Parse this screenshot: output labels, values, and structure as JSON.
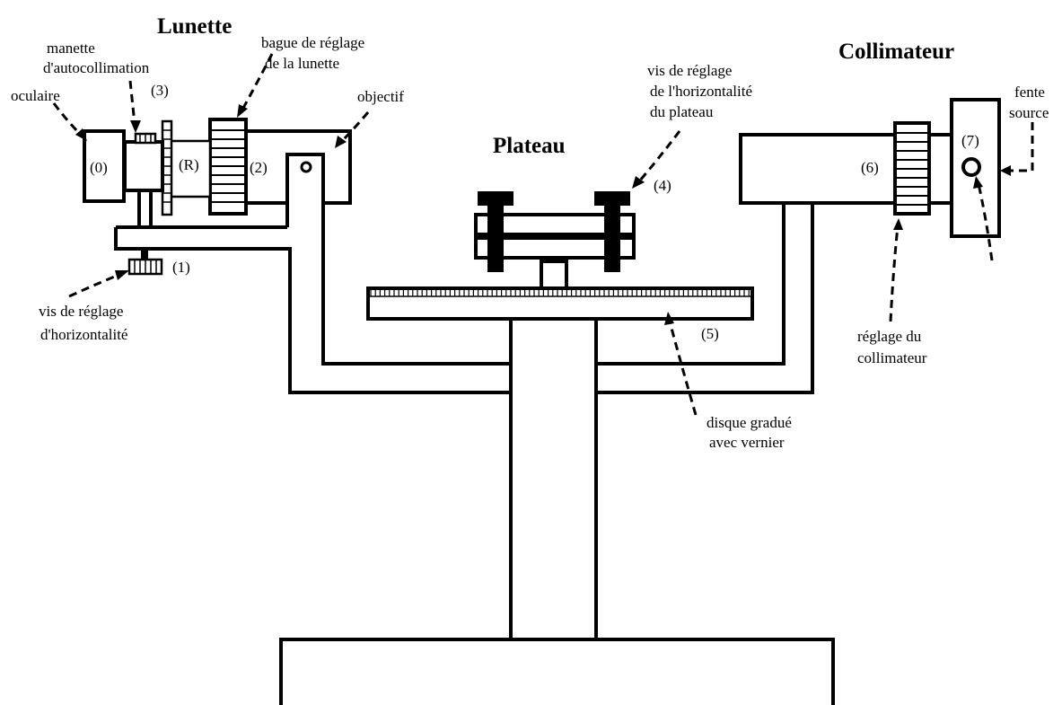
{
  "titles": {
    "lunette": "Lunette",
    "plateau": "Plateau",
    "collimateur": "Collimateur"
  },
  "labels": {
    "manette": [
      "manette",
      "d'autocollimation"
    ],
    "bague": [
      "bague de réglage",
      "de la lunette"
    ],
    "oculaire": "oculaire",
    "objectif": "objectif",
    "vis_horizontalite": [
      "vis de réglage",
      "d'horizontalité"
    ],
    "vis_plateau": [
      "vis de réglage",
      "de l'horizontalité",
      "du plateau"
    ],
    "disque": [
      "disque gradué",
      "avec vernier"
    ],
    "reglage_collimateur": [
      "réglage du",
      "collimateur"
    ],
    "fente": [
      "fente",
      "source"
    ]
  },
  "numbers": {
    "n0": "(0)",
    "n1": "(1)",
    "n2": "(2)",
    "n3": "(3)",
    "n4": "(4)",
    "n5": "(5)",
    "n6": "(6)",
    "n7": "(7)",
    "nR": "(R)"
  }
}
